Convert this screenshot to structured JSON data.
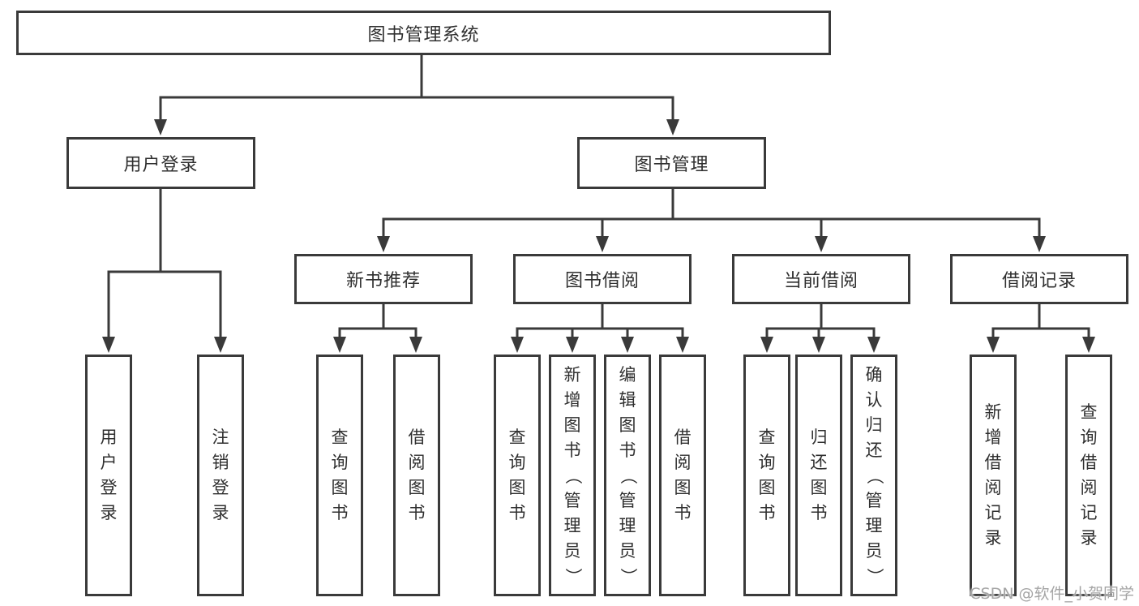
{
  "colors": {
    "line": "#3a3a3a",
    "box_border": "#3a3a3a",
    "text": "#2f2f2f",
    "watermark_text": "#a5a5a5",
    "background": "#ffffff"
  },
  "diagram": {
    "root": {
      "id": "root",
      "label": "图书管理系统"
    },
    "level2": [
      {
        "id": "user-login",
        "label": "用户登录"
      },
      {
        "id": "book-mgmt",
        "label": "图书管理"
      }
    ],
    "level3": [
      {
        "id": "new-book-rec",
        "label": "新书推荐"
      },
      {
        "id": "book-borrow",
        "label": "图书借阅"
      },
      {
        "id": "current-borrow",
        "label": "当前借阅"
      },
      {
        "id": "borrow-records",
        "label": "借阅记录"
      }
    ],
    "leaves": [
      {
        "id": "leaf-user-login",
        "label": "用户登录"
      },
      {
        "id": "leaf-logout",
        "label": "注销登录"
      },
      {
        "id": "leaf-query-book-1",
        "label": "查询图书"
      },
      {
        "id": "leaf-borrow-book-1",
        "label": "借阅图书"
      },
      {
        "id": "leaf-query-book-2",
        "label": "查询图书"
      },
      {
        "id": "leaf-add-book-admin",
        "label": "新增图书（管理员）"
      },
      {
        "id": "leaf-edit-book-admin",
        "label": "编辑图书（管理员）"
      },
      {
        "id": "leaf-borrow-book-2",
        "label": "借阅图书"
      },
      {
        "id": "leaf-query-book-3",
        "label": "查询图书"
      },
      {
        "id": "leaf-return-book",
        "label": "归还图书"
      },
      {
        "id": "leaf-confirm-return-admin",
        "label": "确认归还（管理员）"
      },
      {
        "id": "leaf-add-borrow-record",
        "label": "新增借阅记录"
      },
      {
        "id": "leaf-query-borrow-record",
        "label": "查询借阅记录"
      }
    ],
    "watermark": "CSDN @软件_小贺同学"
  }
}
